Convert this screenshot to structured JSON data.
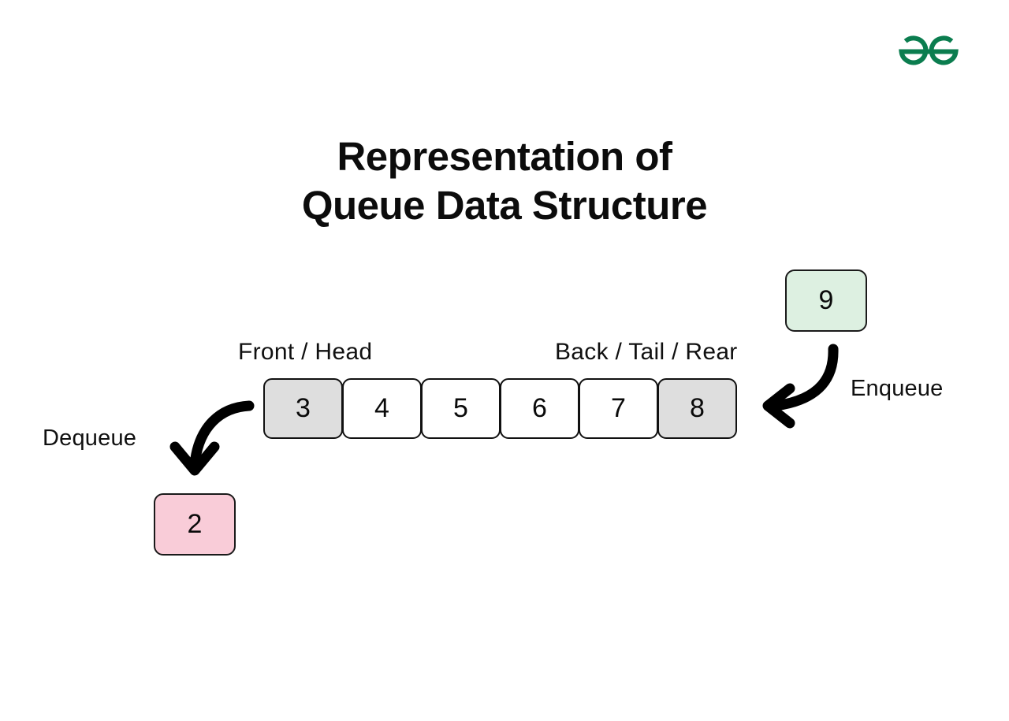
{
  "brand": {
    "logo_name": "geeksforgeeks-logo",
    "logo_color": "#0b7d4f"
  },
  "title": {
    "line1": "Representation of",
    "line2": "Queue Data Structure"
  },
  "diagram": {
    "type": "queue-data-structure",
    "queue": {
      "cells": [
        {
          "value": "3",
          "role": "front",
          "fill": "#dedede"
        },
        {
          "value": "4",
          "role": "middle",
          "fill": "#ffffff"
        },
        {
          "value": "5",
          "role": "middle",
          "fill": "#ffffff"
        },
        {
          "value": "6",
          "role": "middle",
          "fill": "#ffffff"
        },
        {
          "value": "7",
          "role": "middle",
          "fill": "#ffffff"
        },
        {
          "value": "8",
          "role": "rear",
          "fill": "#dedede"
        }
      ]
    },
    "labels": {
      "front": "Front / Head",
      "back": "Back / Tail / Rear",
      "enqueue": "Enqueue",
      "dequeue": "Dequeue"
    },
    "incoming_element": {
      "value": "9",
      "fill": "#ddf0e1",
      "operation": "Enqueue"
    },
    "outgoing_element": {
      "value": "2",
      "fill": "#f9ccd8",
      "operation": "Dequeue"
    },
    "arrows": [
      {
        "name": "enqueue-arrow",
        "from": "incoming-element",
        "to": "queue-rear",
        "direction": "down-left"
      },
      {
        "name": "dequeue-arrow",
        "from": "queue-front",
        "to": "outgoing-element",
        "direction": "down-left"
      }
    ]
  }
}
